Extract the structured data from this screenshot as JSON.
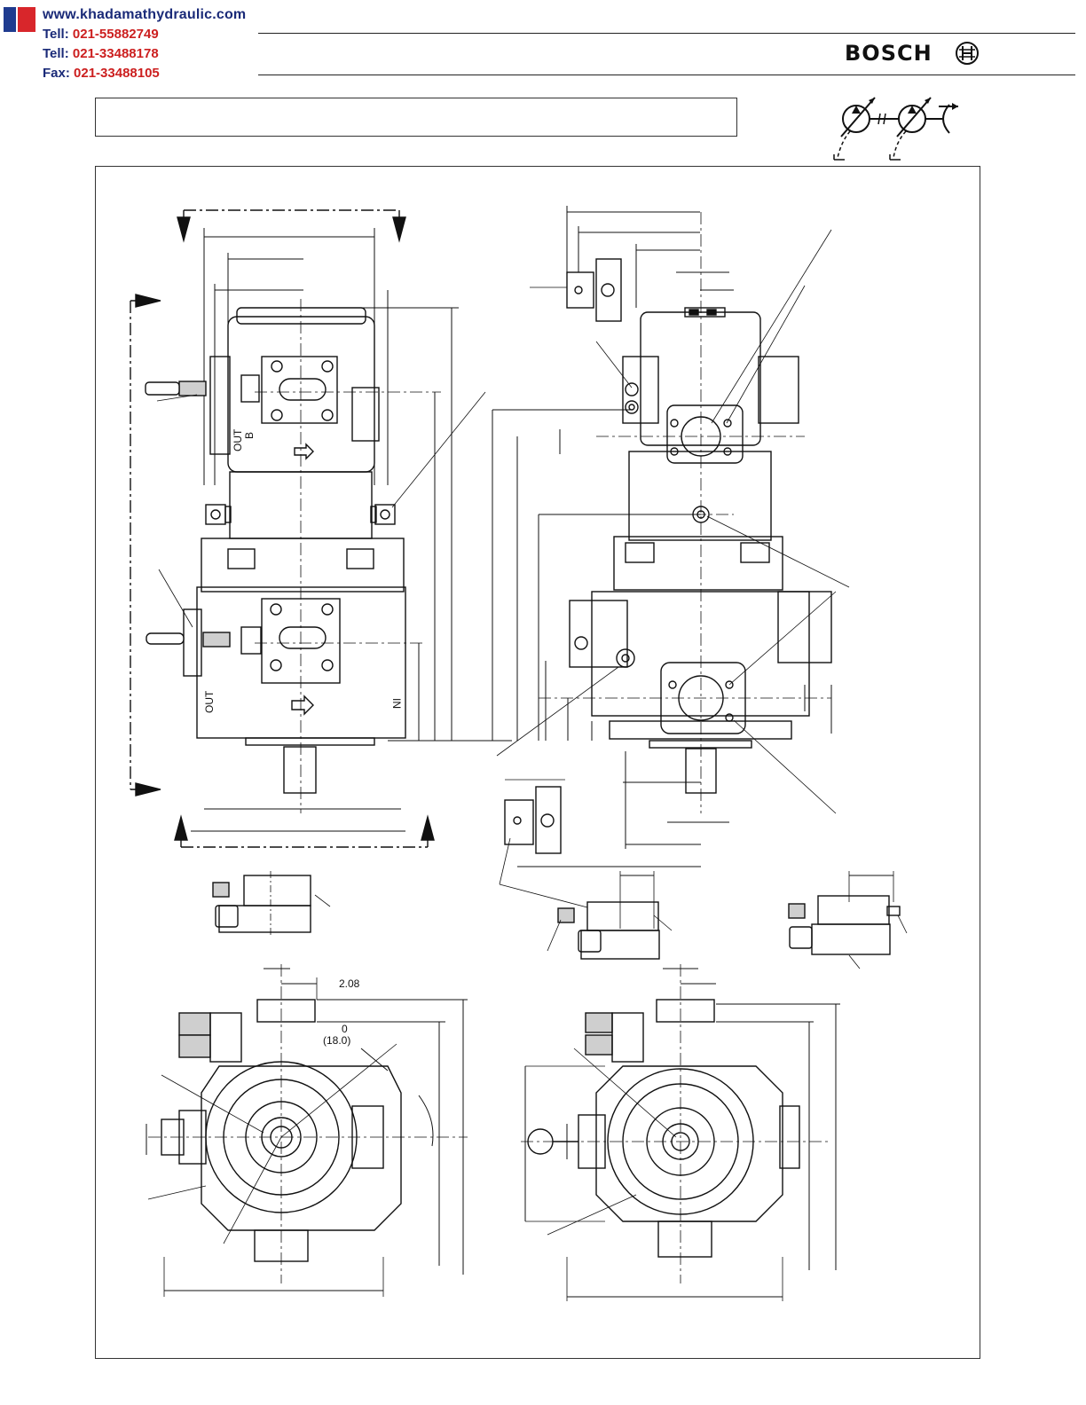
{
  "header": {
    "website": "www.khadamathydraulic.com",
    "contacts": [
      {
        "label": "Tell:",
        "value": "021-55882749"
      },
      {
        "label": "Tell:",
        "value": "021-33488178"
      },
      {
        "label": "Fax:",
        "value": "021-33488105"
      }
    ],
    "brand": "BOSCH",
    "colors": {
      "blue": "#1f3b8f",
      "red": "#d8262b"
    }
  },
  "drawing": {
    "front_view": {
      "port_out_upper": "OUT",
      "port_out_upper_sub": "B",
      "port_out_lower": "OUT",
      "port_in": "IN"
    },
    "bottom_view": {
      "dim_1": "2.08",
      "dim_2": "0",
      "dim_3": "(18.0)"
    }
  }
}
